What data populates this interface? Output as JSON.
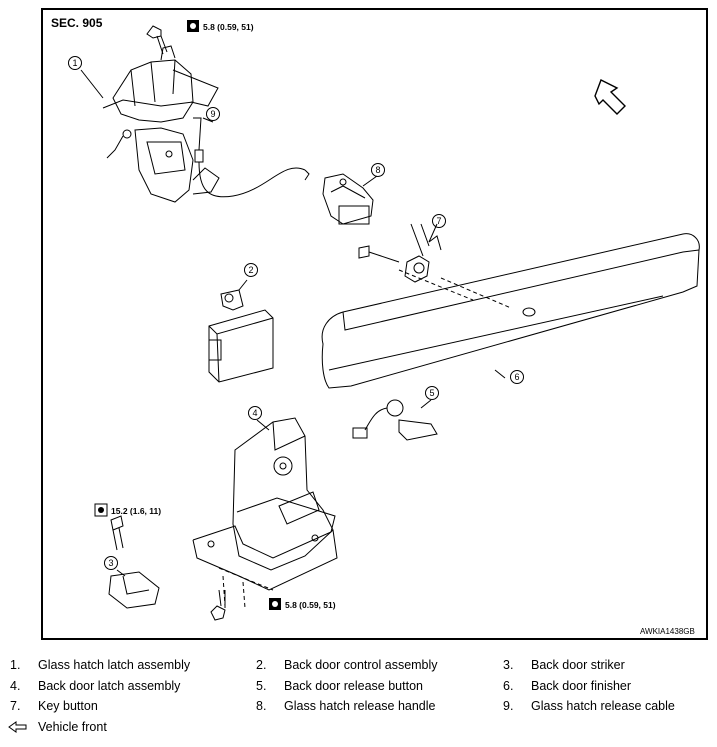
{
  "figure": {
    "section": "SEC. 905",
    "code": "AWKIA1438GB",
    "torques": [
      "5.8 (0.59, 51)",
      "15.2 (1.6, 11)",
      "5.8 (0.59, 51)"
    ],
    "callouts": [
      "1",
      "2",
      "3",
      "4",
      "5",
      "6",
      "7",
      "8",
      "9"
    ]
  },
  "legend": {
    "items": [
      {
        "num": "1.",
        "text": "Glass hatch latch assembly"
      },
      {
        "num": "2.",
        "text": "Back door control assembly"
      },
      {
        "num": "3.",
        "text": "Back door striker"
      },
      {
        "num": "4.",
        "text": "Back door latch assembly"
      },
      {
        "num": "5.",
        "text": "Back door release button"
      },
      {
        "num": "6.",
        "text": "Back door finisher"
      },
      {
        "num": "7.",
        "text": "Key button"
      },
      {
        "num": "8.",
        "text": "Glass hatch release handle"
      },
      {
        "num": "9.",
        "text": "Glass hatch release cable"
      }
    ],
    "vehicle_front": "Vehicle front"
  }
}
